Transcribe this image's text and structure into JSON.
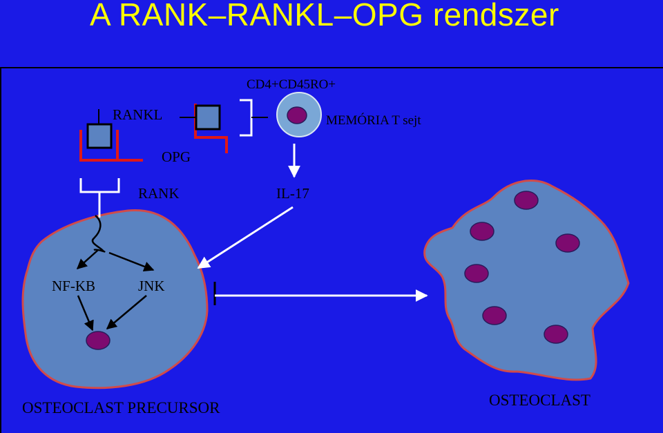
{
  "title": "A RANK–RANKL–OPG rendszer",
  "labels": {
    "cd4": "CD4+CD45RO+",
    "rankl": "RANKL",
    "memory_t": "MEMÓRIA T sejt",
    "opg": "OPG",
    "rank": "RANK",
    "il17": "IL-17",
    "nfkb": "NF-KB",
    "jnk": "JNK",
    "precursor": "OSTEOCLAST PRECURSOR",
    "osteoclast": "OSTEOCLAST"
  },
  "colors": {
    "background": "#1a1ae6",
    "title": "#ffff00",
    "cell_fill": "#5b83c1",
    "cell_border": "#d04b4b",
    "nucleus": "#7d0a6f",
    "receptor_red": "#e01818",
    "arrow_white": "#ffffff"
  }
}
